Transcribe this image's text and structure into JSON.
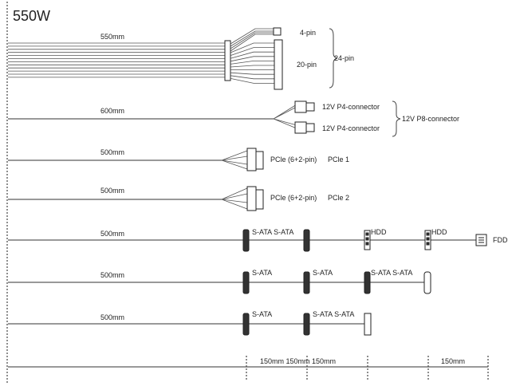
{
  "title": "550W",
  "main_cable": {
    "length": "550mm",
    "pin4": "4-pin",
    "pin20": "20-pin",
    "pin24": "24-pin"
  },
  "p4_cable": {
    "length": "600mm",
    "conn1": "12V P4-connector",
    "conn2": "12V P4-connector",
    "group": "12V P8-connector"
  },
  "pcie1": {
    "length": "500mm",
    "conn": "PCle (6+2-pin)",
    "name": "PCle 1"
  },
  "pcie2": {
    "length": "500mm",
    "conn": "PCle (6+2-pin)",
    "name": "PCle 2"
  },
  "row_sata_hdd": {
    "length": "500mm",
    "label1": "S-ATA S-ATA",
    "label2": "HDD",
    "label3": "HDD",
    "label4": "FDD"
  },
  "row_sata4": {
    "length": "500mm",
    "label1": "S-ATA",
    "label2": "S-ATA",
    "label3": "S-ATA S-ATA"
  },
  "row_sata3": {
    "length": "500mm",
    "label1": "S-ATA",
    "label2": "S-ATA S-ATA"
  },
  "scale": {
    "seg1": "150mm 150mm 150mm",
    "seg2": "150mm"
  }
}
